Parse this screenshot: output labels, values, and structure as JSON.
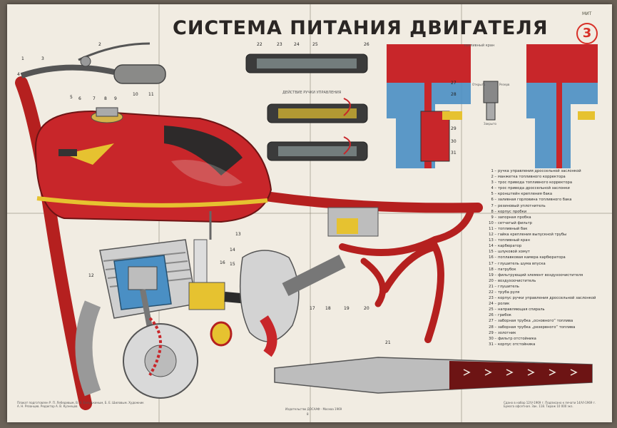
{
  "poster": {
    "title": "СИСТЕМА ПИТАНИЯ ДВИГАТЕЛЯ",
    "sheet_number": "3",
    "corner_label": "МИТ",
    "inset_caption": "ДЕЙСТВИЕ РУЧКИ УПРАВЛЕНИЯ",
    "carb_label_fuel": "топливный кран",
    "carb_label_open": "Открыто",
    "carb_label_reserve": "Резерв",
    "carb_label_closed": "Закрыто",
    "callouts_left": [
      "1",
      "2",
      "3",
      "4",
      "5",
      "6",
      "7",
      "8",
      "9",
      "10",
      "11",
      "12",
      "13",
      "14",
      "15",
      "16",
      "17",
      "18",
      "19",
      "20",
      "21"
    ],
    "callouts_top": [
      "22",
      "23",
      "24",
      "25",
      "26"
    ],
    "callouts_carb": [
      "27",
      "28",
      "29",
      "30",
      "31"
    ],
    "legend": [
      {
        "n": "1",
        "text": "ручка управления дроссельной заслонкой"
      },
      {
        "n": "2",
        "text": "манжетка топливного корректора"
      },
      {
        "n": "3",
        "text": "трос привода топливного корректора"
      },
      {
        "n": "4",
        "text": "трос привода дроссельной заслонки"
      },
      {
        "n": "5",
        "text": "кронштейн крепления бака"
      },
      {
        "n": "6",
        "text": "заливная горловина топливного бака"
      },
      {
        "n": "7",
        "text": "резиновый уплотнитель"
      },
      {
        "n": "8",
        "text": "корпус пробки"
      },
      {
        "n": "9",
        "text": "запорная пробка"
      },
      {
        "n": "10",
        "text": "сетчатый фильтр"
      },
      {
        "n": "11",
        "text": "топливный бак"
      },
      {
        "n": "12",
        "text": "гайка крепления выпускной трубы"
      },
      {
        "n": "13",
        "text": "топливный кран"
      },
      {
        "n": "14",
        "text": "карбюратор"
      },
      {
        "n": "15",
        "text": "шлуковой хомут"
      },
      {
        "n": "16",
        "text": "поплавковая камера карбюратора"
      },
      {
        "n": "17",
        "text": "глушитель шума впуска"
      },
      {
        "n": "18",
        "text": "патрубок"
      },
      {
        "n": "19",
        "text": "фильтрующий элемент воздухоочистителя"
      },
      {
        "n": "20",
        "text": "воздухоочиститель"
      },
      {
        "n": "21",
        "text": "глушитель"
      },
      {
        "n": "22",
        "text": "труба руля"
      },
      {
        "n": "23",
        "text": "корпус ручки управления дроссельной заслонкой"
      },
      {
        "n": "24",
        "text": "ролик"
      },
      {
        "n": "25",
        "text": "направляющая спираль"
      },
      {
        "n": "26",
        "text": "грибок"
      },
      {
        "n": "27",
        "text": "заборная трубка „основного“ топлива"
      },
      {
        "n": "28",
        "text": "заборная трубка „резервного“ топлива"
      },
      {
        "n": "29",
        "text": "золотник"
      },
      {
        "n": "30",
        "text": "фильтр отстойника"
      },
      {
        "n": "31",
        "text": "корпус отстойника"
      }
    ],
    "footer_left": "Плакат подготовлен Р. П. Лебедевым, В. В. Балушкиным, Б. Е. Шиловым. Художник А. Н. Рязанцев. Редактор А. В. Кузнецов",
    "footer_center": "Издательство ДОСААФ · Москва 1969",
    "footer_center_page": "8",
    "footer_right": "Сдано в набор 12/V-1969 г. Подписано к печати 14/VI-1969 г. Бумага офсетная. Зак. 118. Тираж 10 000 экз."
  },
  "colors": {
    "paper": "#f1ece2",
    "red": "#c8262a",
    "blue": "#4a8fc4",
    "yellow": "#e6c230",
    "ink": "#2a2624"
  }
}
